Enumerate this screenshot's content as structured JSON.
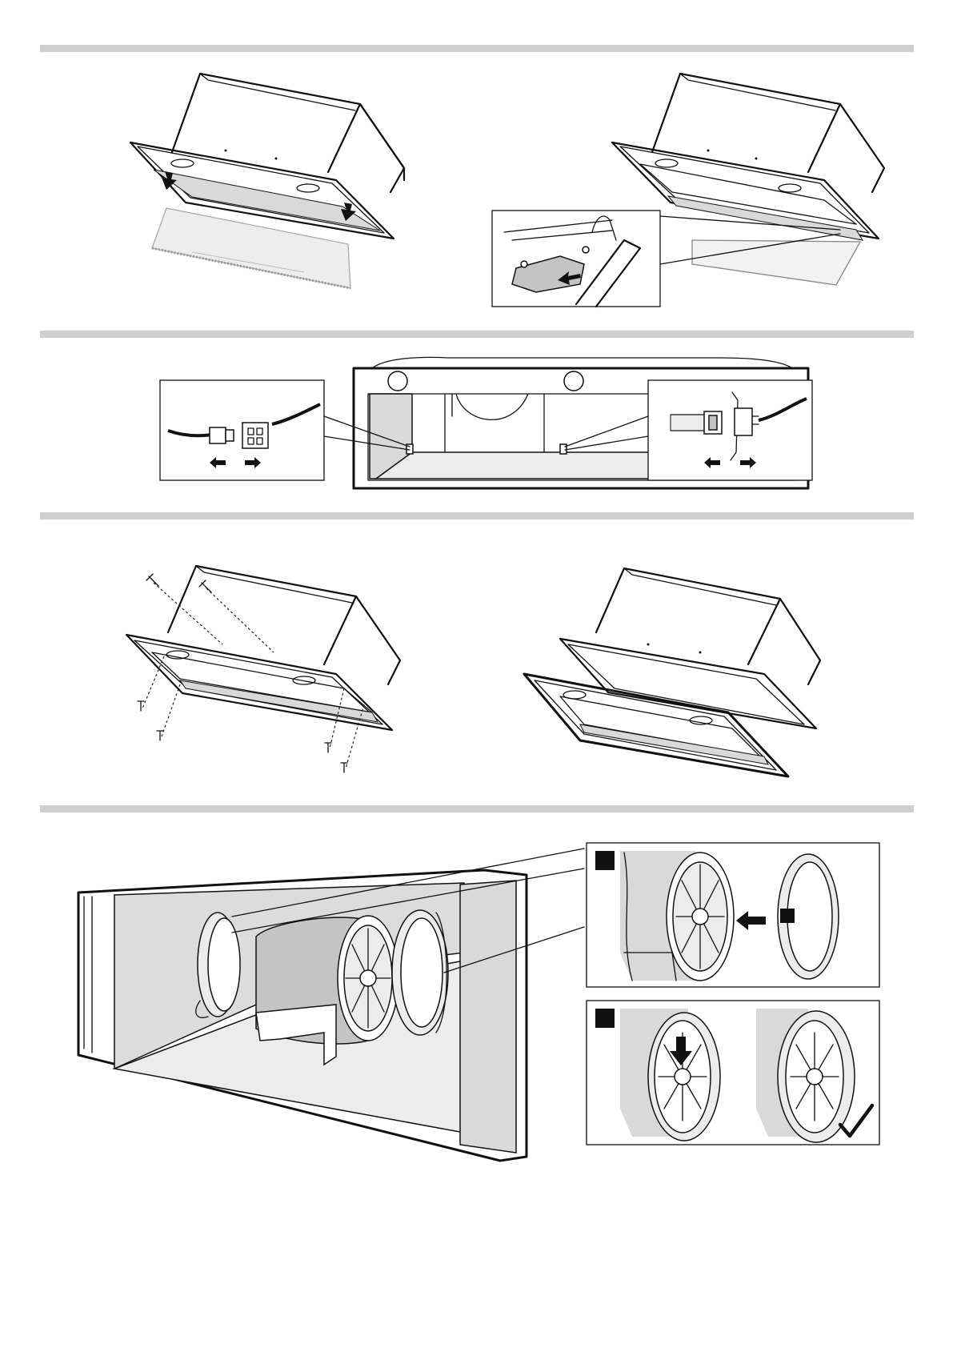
{
  "page": {
    "steps": [
      {
        "id": "step-1",
        "description_none": ""
      },
      {
        "id": "step-2"
      },
      {
        "id": "step-3"
      },
      {
        "id": "step-4"
      }
    ],
    "icons": {
      "arrow": "arrow-icon",
      "check": "checkmark-icon",
      "connector": "connector-icon",
      "screw": "screw-icon"
    },
    "colors": {
      "divider": "#cfcfcf",
      "line": "#111111",
      "fill_gray": "#d9d9d9"
    }
  }
}
